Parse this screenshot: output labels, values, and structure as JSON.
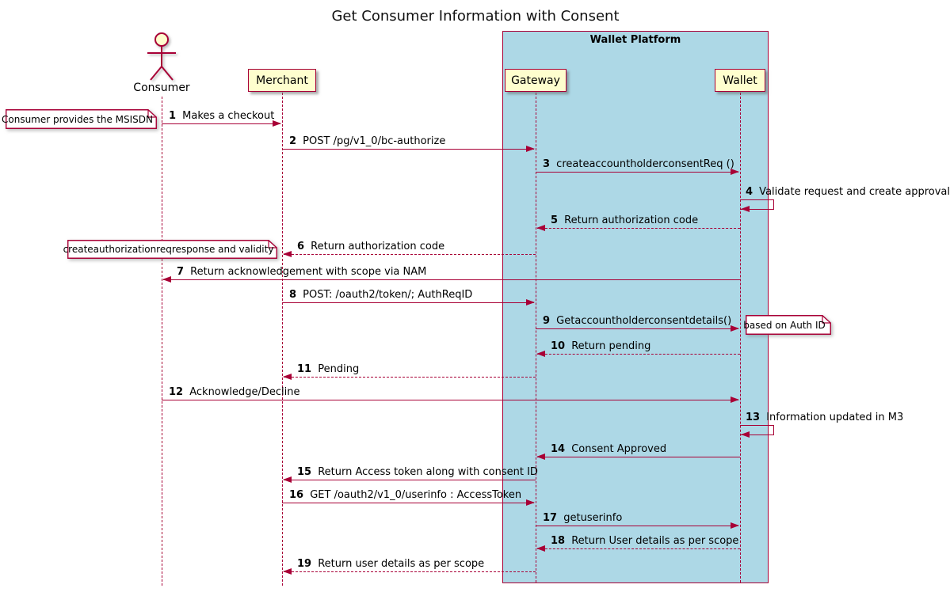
{
  "diagram": {
    "title": "Get Consumer Information with Consent",
    "frame": {
      "label": "Wallet Platform"
    },
    "participants": [
      {
        "id": "consumer",
        "label": "Consumer",
        "type": "actor"
      },
      {
        "id": "merchant",
        "label": "Merchant",
        "type": "participant"
      },
      {
        "id": "gateway",
        "label": "Gateway",
        "type": "participant",
        "inside_frame": true
      },
      {
        "id": "wallet",
        "label": "Wallet",
        "type": "participant",
        "inside_frame": true
      }
    ],
    "messages": [
      {
        "num": "1",
        "text": "Makes a checkout",
        "from": "consumer",
        "to": "merchant",
        "line": "solid"
      },
      {
        "num": "2",
        "text": "POST /pg/v1_0/bc-authorize",
        "from": "merchant",
        "to": "gateway",
        "line": "solid"
      },
      {
        "num": "3",
        "text": "createaccountholderconsentReq ()",
        "from": "gateway",
        "to": "wallet",
        "line": "solid"
      },
      {
        "num": "4",
        "text": "Validate request and create approval",
        "from": "wallet",
        "to": "wallet",
        "line": "solid"
      },
      {
        "num": "5",
        "text": "Return authorization code",
        "from": "wallet",
        "to": "gateway",
        "line": "dashed"
      },
      {
        "num": "6",
        "text": "Return authorization code",
        "from": "gateway",
        "to": "merchant",
        "line": "dashed"
      },
      {
        "num": "7",
        "text": "Return acknowledgement with scope via NAM",
        "from": "wallet",
        "to": "consumer",
        "line": "solid"
      },
      {
        "num": "8",
        "text": "POST: /oauth2/token/; AuthReqID",
        "from": "merchant",
        "to": "gateway",
        "line": "solid"
      },
      {
        "num": "9",
        "text": "Getaccountholderconsentdetails()",
        "from": "gateway",
        "to": "wallet",
        "line": "solid"
      },
      {
        "num": "10",
        "text": "Return pending",
        "from": "wallet",
        "to": "gateway",
        "line": "dashed"
      },
      {
        "num": "11",
        "text": "Pending",
        "from": "gateway",
        "to": "merchant",
        "line": "dashed"
      },
      {
        "num": "12",
        "text": "Acknowledge/Decline",
        "from": "consumer",
        "to": "wallet",
        "line": "solid"
      },
      {
        "num": "13",
        "text": "Information updated in M3",
        "from": "wallet",
        "to": "wallet",
        "line": "solid"
      },
      {
        "num": "14",
        "text": "Consent Approved",
        "from": "wallet",
        "to": "gateway",
        "line": "solid"
      },
      {
        "num": "15",
        "text": "Return Access token along with consent ID",
        "from": "gateway",
        "to": "merchant",
        "line": "solid"
      },
      {
        "num": "16",
        "text": "GET /oauth2/v1_0/userinfo : AccessToken",
        "from": "merchant",
        "to": "gateway",
        "line": "solid"
      },
      {
        "num": "17",
        "text": "getuserinfo",
        "from": "gateway",
        "to": "wallet",
        "line": "solid"
      },
      {
        "num": "18",
        "text": "Return User details as per scope",
        "from": "wallet",
        "to": "gateway",
        "line": "dashed"
      },
      {
        "num": "19",
        "text": "Return user details as per scope",
        "from": "gateway",
        "to": "merchant",
        "line": "dashed"
      }
    ],
    "notes": [
      {
        "text": "Consumer provides the MSISDN",
        "position": "left of Consumer"
      },
      {
        "text": "createauthorizationreqresponse and validity",
        "position": "left of Merchant"
      },
      {
        "text": "based on Auth ID",
        "position": "right of Wallet"
      }
    ],
    "colors": {
      "accent": "#A80036",
      "participant_fill": "#FEFECE",
      "frame_fill": "#ADD8E6",
      "note_fill": "#FFFFFF",
      "text": "#000000"
    }
  }
}
